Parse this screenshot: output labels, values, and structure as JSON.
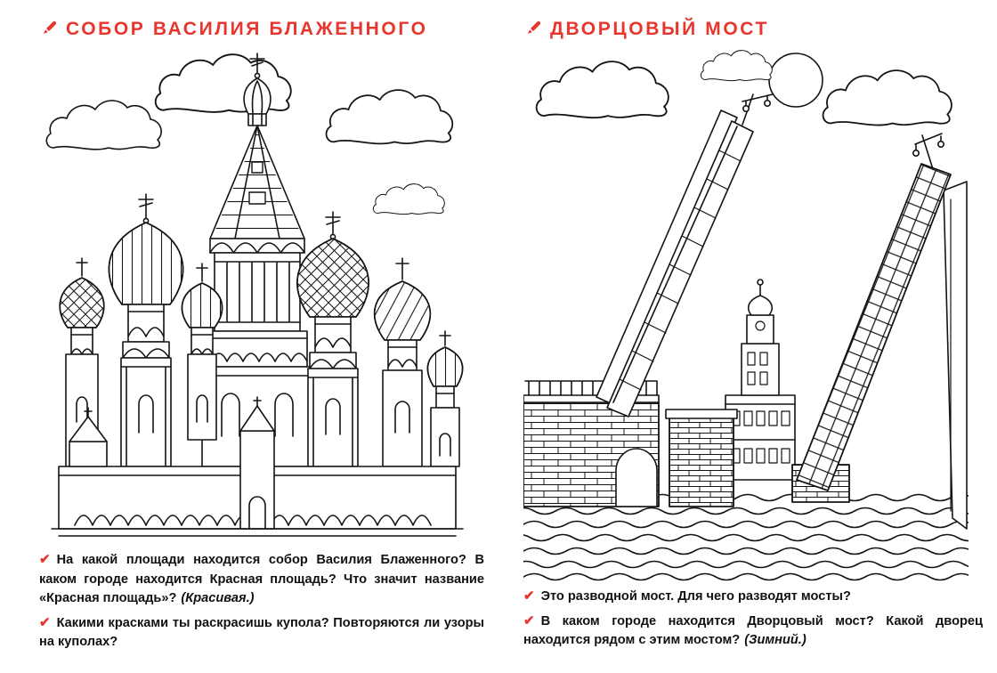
{
  "meta": {
    "accent_color": "#e8352e",
    "ink_color": "#141414",
    "background": "#ffffff"
  },
  "icons": {
    "check": "✔",
    "pencil": "pencil-icon"
  },
  "left_page": {
    "title": "СОБОР ВАСИЛИЯ БЛАЖЕННОГО",
    "illustration": "st-basils-cathedral-line-art",
    "questions": [
      {
        "text": "На какой площади находится собор Василия Блаженного? В каком городе находится Красная площадь? Что значит название «Красная площадь»?",
        "answer": "(Красивая.)"
      },
      {
        "text": "Какими красками ты раскрасишь купола? Повторяются ли узоры на куполах?",
        "answer": ""
      }
    ]
  },
  "right_page": {
    "title": "ДВОРЦОВЫЙ МОСТ",
    "illustration": "palace-bridge-line-art",
    "questions": [
      {
        "text": "Это разводной мост. Для чего разводят мосты?",
        "answer": ""
      },
      {
        "text": "В каком городе находится Дворцовый мост? Какой дворец находится рядом с этим мостом?",
        "answer": "(Зимний.)"
      }
    ]
  }
}
